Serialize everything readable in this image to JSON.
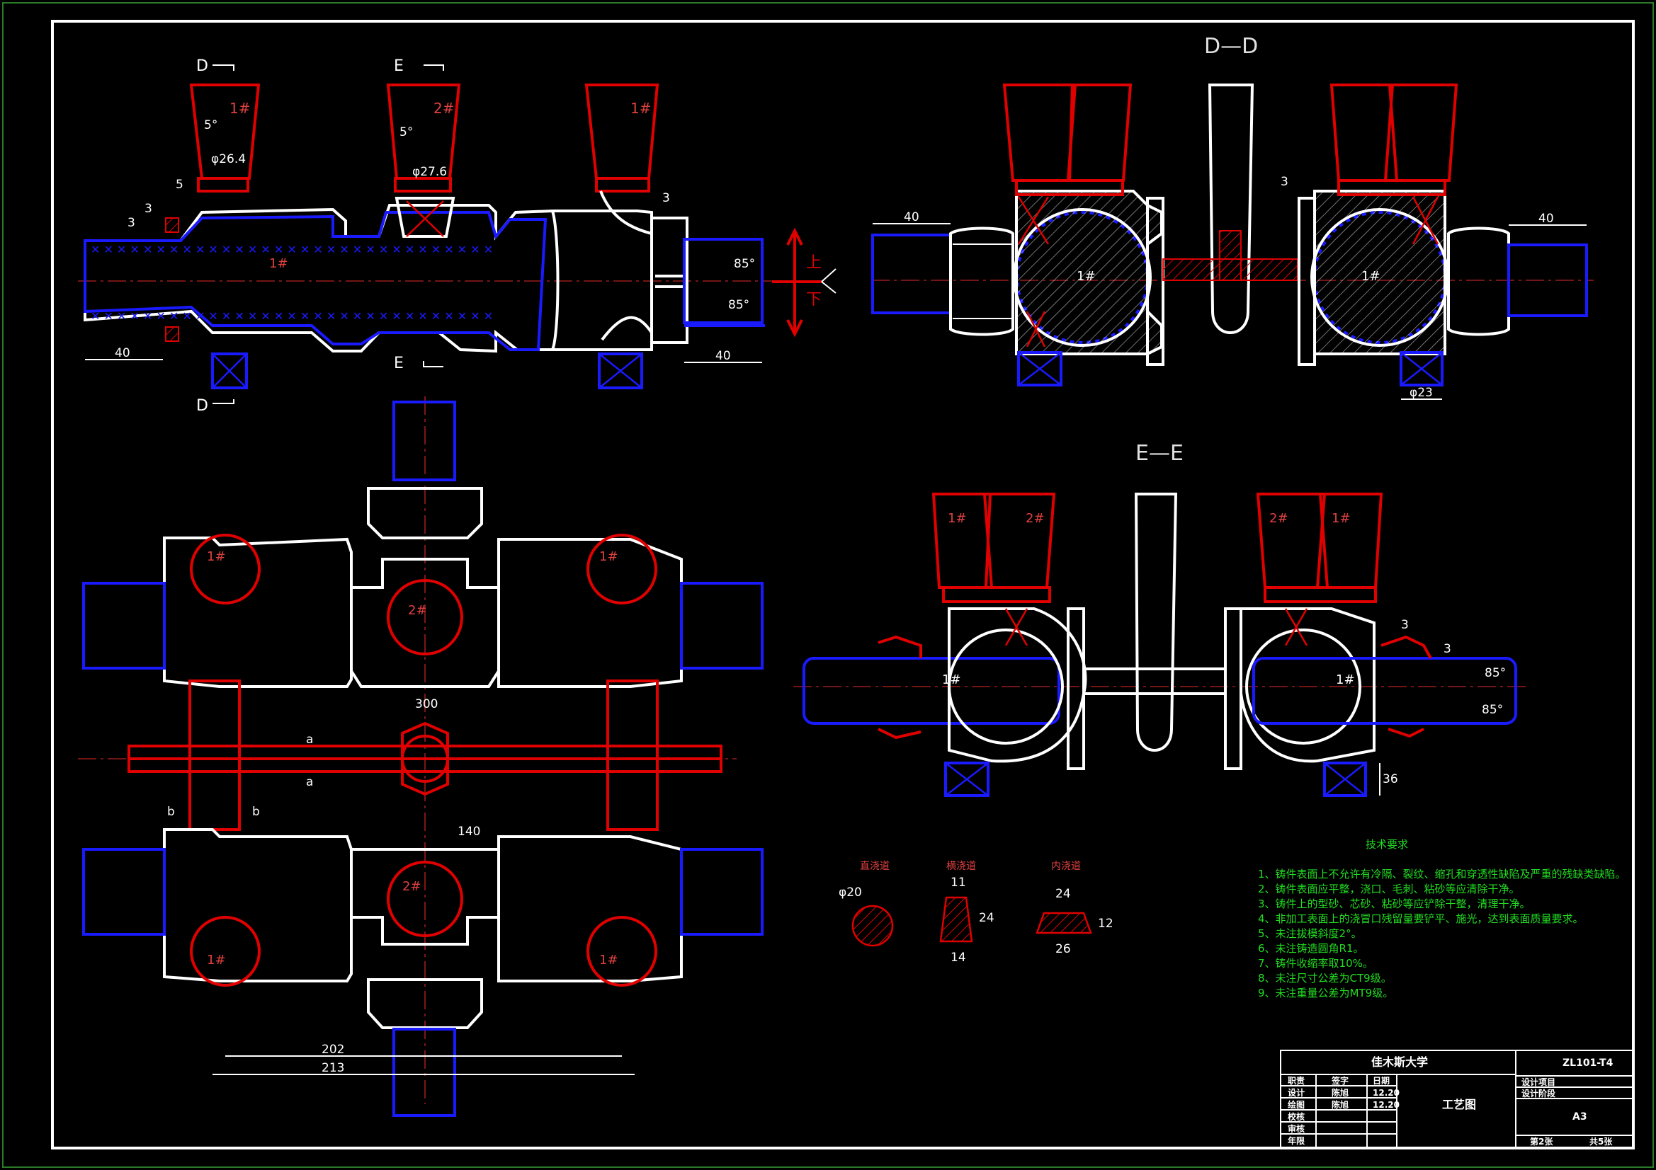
{
  "sections": {
    "dd": "D—D",
    "ee": "E—E",
    "cut_d": "D",
    "cut_e": "E",
    "cut_a": "a",
    "cut_b": "b"
  },
  "direction": {
    "up": "上",
    "down": "下"
  },
  "risers": {
    "r1": "1#",
    "r2": "2#"
  },
  "dimensions": {
    "dia_1": "φ26.4",
    "dia_2": "φ27.6",
    "angle_5": "5°",
    "angle_85": "85°",
    "d3": "3",
    "d5": "5",
    "d40": "40",
    "d300": "300",
    "d140": "140",
    "d202": "202",
    "d213": "213",
    "d23": "φ23",
    "d36": "36"
  },
  "gating": {
    "sprue_title": "直浇道",
    "runner_title": "横浇道",
    "ingate_title": "内浇道",
    "sprue_dia": "φ20",
    "runner_top": "11",
    "runner_h": "24",
    "runner_bot": "14",
    "ingate_top": "24",
    "ingate_h": "12",
    "ingate_bot": "26"
  },
  "tech": {
    "title": "技术要求",
    "items": [
      "1、铸件表面上不允许有冷隔、裂纹、缩孔和穿透性缺陷及严重的残缺类缺陷。",
      "2、铸件表面应平整，浇口、毛刺、粘砂等应清除干净。",
      "3、铸件上的型砂、芯砂、粘砂等应铲除干整，清理干净。",
      "4、非加工表面上的浇冒口残留量要铲平、施光，达到表面质量要求。",
      "5、未注拔模斜度2°。",
      "6、未注铸造圆角R1。",
      "7、铸件收缩率取10%。",
      "8、未注尺寸公差为CT9级。",
      "9、未注重量公差为MT9级。"
    ]
  },
  "title_block": {
    "school": "佳木斯大学",
    "code": "ZL101-T4",
    "drawing_name": "工艺图",
    "size": "A3",
    "project_label": "设计项目",
    "stage_label": "设计阶段",
    "sheet": "第2张",
    "total": "共5张",
    "col_role": "职责",
    "col_sign": "签字",
    "col_date": "日期",
    "rows": [
      {
        "role": "设计",
        "sign": "陈旭",
        "date": "12.20"
      },
      {
        "role": "绘图",
        "sign": "陈旭",
        "date": "12.20"
      },
      {
        "role": "校核",
        "sign": "",
        "date": ""
      },
      {
        "role": "审核",
        "sign": "",
        "date": ""
      },
      {
        "role": "年限",
        "sign": "",
        "date": ""
      }
    ]
  },
  "colors": {
    "part": "#ffffff",
    "riser": "#e00000",
    "chill": "#1a1aff",
    "notes": "#22dd22"
  }
}
